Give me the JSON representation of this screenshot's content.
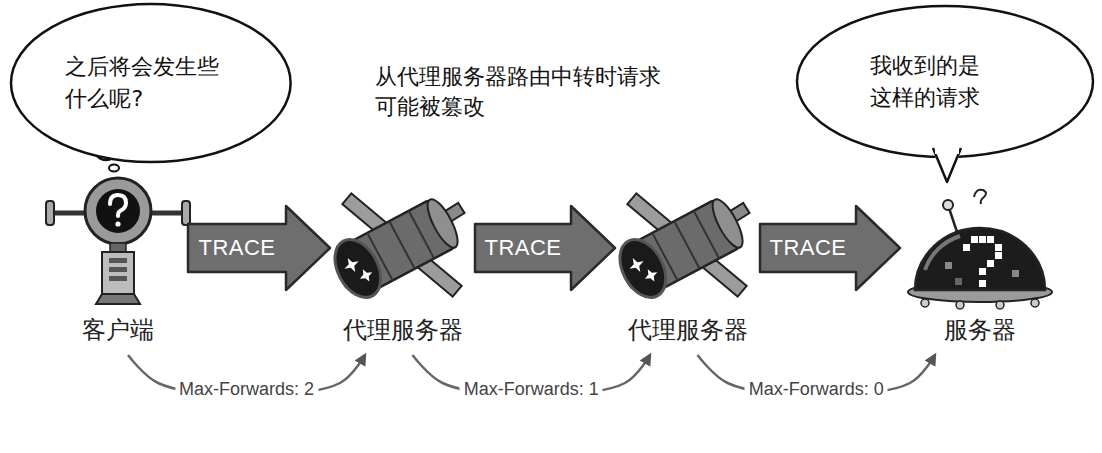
{
  "diagram": {
    "nodes": [
      {
        "text": [
          "之后将会发生些 什么呢?"
        ]
      },
      {
        "text": [
          "我收到的是 这样的请求"
        ]
      },
      {
        "text": [
          "客户端"
        ]
      },
      {
        "text": [
          "代理服务器"
        ]
      },
      {
        "text": [
          "代理服务器"
        ]
      },
      {
        "text": [
          "服务器"
        ]
      }
    ],
    "edges": [
      {
        "from": 2,
        "to": 3,
        "label": "TRACE",
        "arrow": "to"
      },
      {
        "from": 3,
        "to": 4,
        "label": "TRACE",
        "arrow": "to"
      },
      {
        "from": 4,
        "to": 5,
        "label": "TRACE",
        "arrow": "to"
      },
      {
        "from": 2,
        "to": 3,
        "label": "Max-Forwards: 2",
        "arrow": "to"
      },
      {
        "from": 3,
        "to": 4,
        "label": "Max-Forwards: 1",
        "arrow": "to"
      },
      {
        "from": 4,
        "to": 5,
        "label": "Max-Forwards: 0",
        "arrow": "to"
      }
    ],
    "labels": [
      "从代理服务器路由中转时请求 可能被篡改"
    ]
  }
}
